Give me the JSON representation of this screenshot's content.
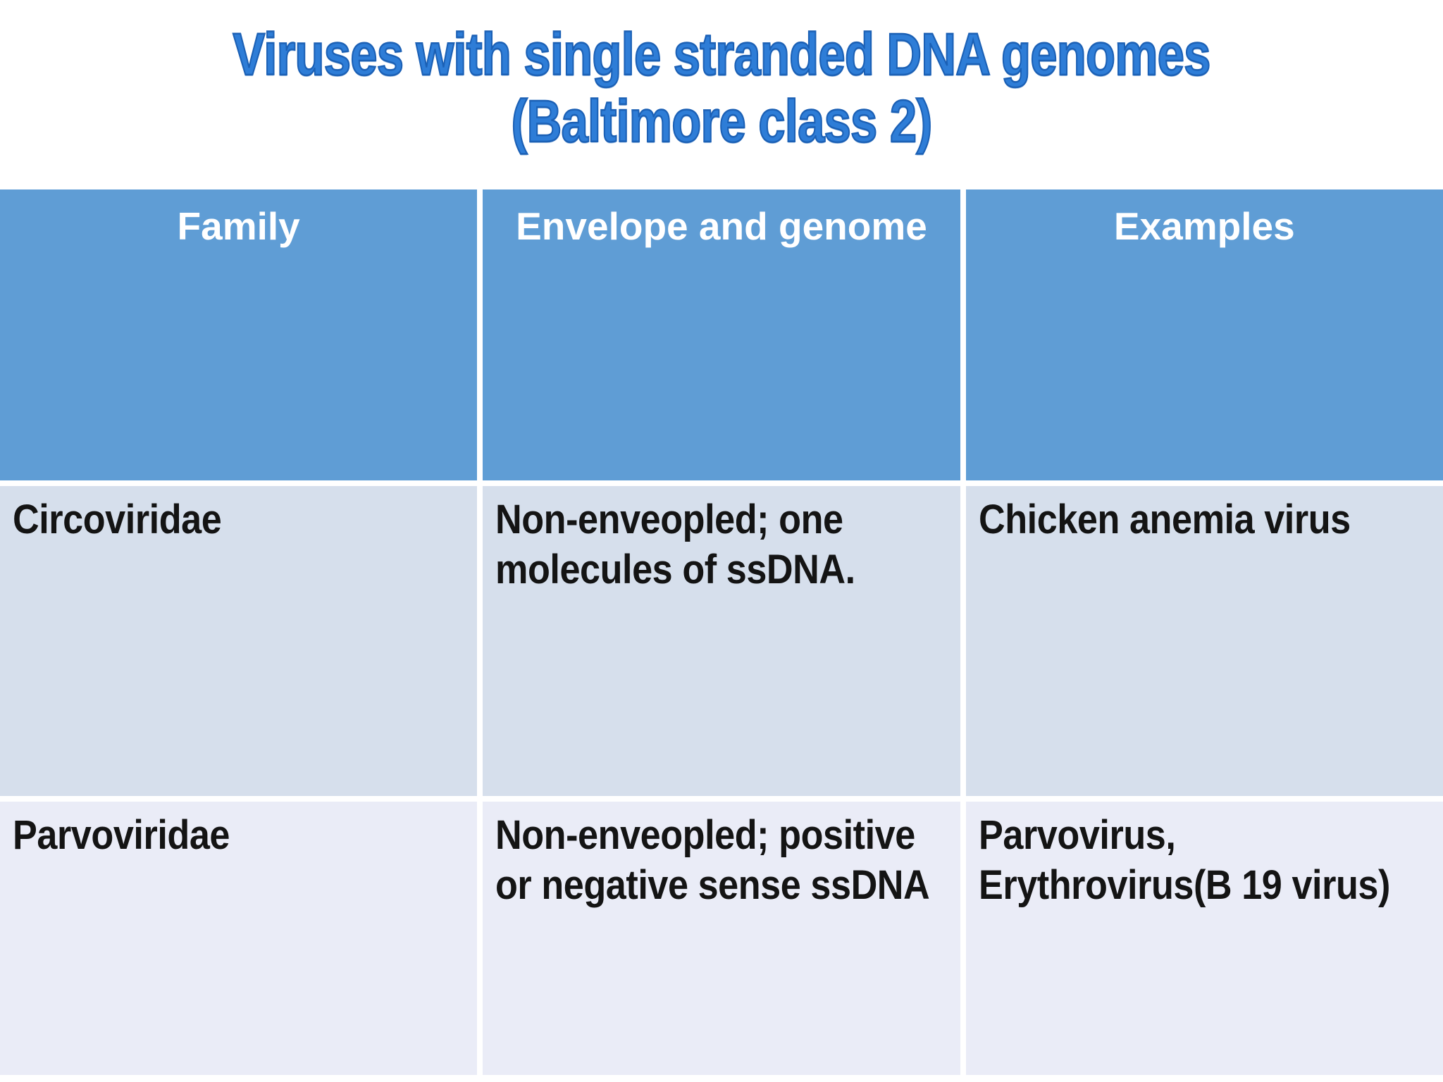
{
  "title": {
    "line1": "Viruses with single stranded DNA genomes",
    "line2": "(Baltimore class 2)",
    "text_color": "#2e7dd7",
    "outline_color": "#1b60b5"
  },
  "table": {
    "header_bg": "#5f9dd5",
    "header_text_color": "#ffffff",
    "row1_bg": "#d6dfec",
    "row2_bg": "#eaecf7",
    "body_text_color": "#141414",
    "columns": [
      "Family",
      "Envelope and genome",
      "Examples"
    ],
    "rows": [
      {
        "family": "Circoviridae",
        "envelope_genome": "Non-enveopled; one\nmolecules of ssDNA.",
        "examples": "Chicken anemia virus"
      },
      {
        "family": "Parvoviridae",
        "envelope_genome": "Non-enveopled; positive\nor negative sense ssDNA",
        "examples": "Parvovirus,\nErythrovirus(B 19 virus)"
      }
    ]
  }
}
